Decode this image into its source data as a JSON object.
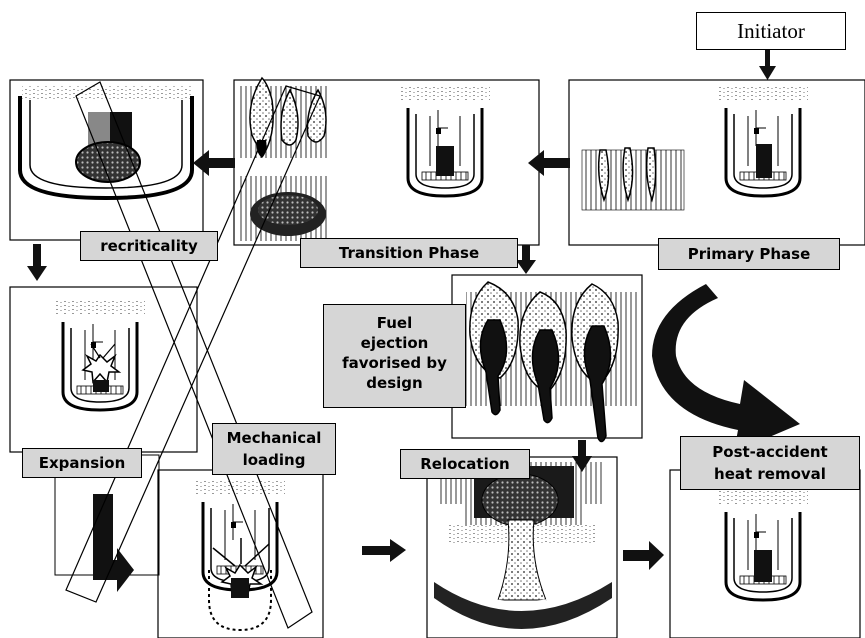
{
  "initiator": "Initiator",
  "labels": {
    "recriticality": "recriticality",
    "transition_phase": "Transition Phase",
    "primary_phase": "Primary Phase",
    "fuel_ejection": [
      "Fuel",
      "ejection",
      "favorised by",
      "design"
    ],
    "expansion": "Expansion",
    "mechanical_loading": [
      "Mechanical",
      "loading"
    ],
    "relocation": "Relocation",
    "post_accident": [
      "Post-accident",
      "heat removal"
    ]
  },
  "colors": {
    "label_fill": "#d6d6d6",
    "arrow": "#111111",
    "hatch": "#444444"
  }
}
